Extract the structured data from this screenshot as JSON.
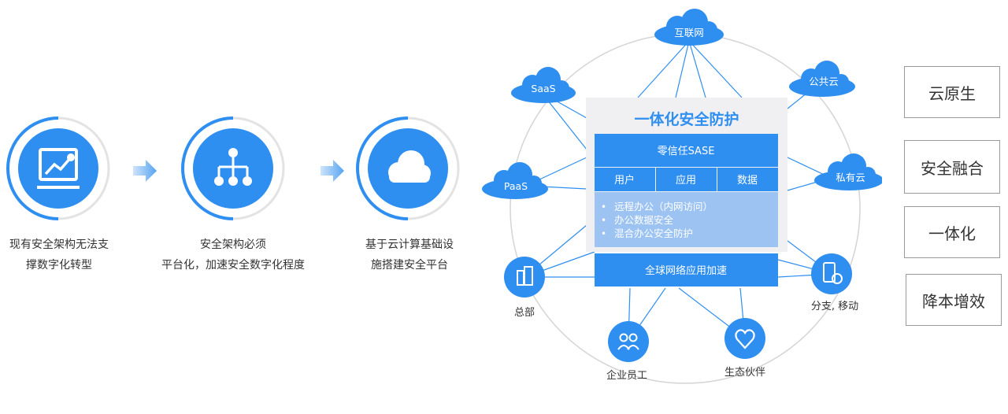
{
  "steps": [
    {
      "line1": "现有安全架构无法支",
      "line2": "撑数字化转型",
      "icon": "chart-monitor-icon"
    },
    {
      "line1": "安全架构必须",
      "line2": "平台化，加速安全数字化程度",
      "icon": "hierarchy-icon"
    },
    {
      "line1": "基于云计算基础设",
      "line2": "施搭建安全平台",
      "icon": "cloud-icon"
    }
  ],
  "diagram": {
    "title": "一体化安全防护",
    "sase": "零信任SASE",
    "segments": [
      "用户",
      "应用",
      "数据"
    ],
    "bullets": [
      "远程办公（内网访问）",
      "办公数据安全",
      "混合办公安全防护"
    ],
    "accelerate": "全球网络应用加速",
    "clouds": {
      "internet": "互联网",
      "saas": "SaaS",
      "public_cloud": "公共云",
      "paas": "PaaS",
      "private_cloud": "私有云"
    },
    "nodes": {
      "hq": "总部",
      "employees": "企业员工",
      "partners": "生态伙伴",
      "branch": "分支, 移动"
    }
  },
  "capabilities": [
    "云原生",
    "安全融合",
    "一体化",
    "降本增效"
  ],
  "colors": {
    "accent": "#2f8ff0",
    "accent_light": "#9cc3f2",
    "ring": "#d4d4d4"
  }
}
